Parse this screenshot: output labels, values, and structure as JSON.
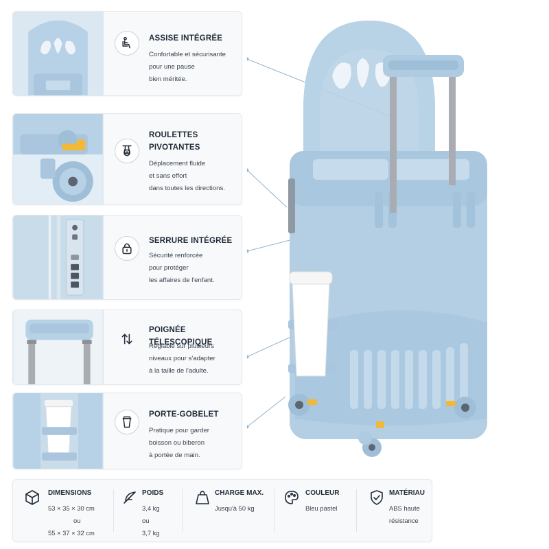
{
  "colors": {
    "accent": "#8fb3cf",
    "suitcase": "#b7d1e6",
    "suitcase_dark": "#9fbfd9",
    "handle_metal": "#a9adb3",
    "wheel_hub": "#f0b93a",
    "text_dark": "#1f2a37"
  },
  "features": [
    {
      "icon": "seat-icon",
      "title": "ASSISE INTÉGRÉE",
      "lines": [
        "Confortable et sécurisante",
        "pour une pause",
        "bien méritée."
      ]
    },
    {
      "icon": "caster-wheel-icon",
      "title": "ROULETTES PIVOTANTES",
      "lines": [
        "Déplacement fluide",
        "et sans effort",
        "dans toutes les directions."
      ]
    },
    {
      "icon": "padlock-icon",
      "title": "SERRURE INTÉGRÉE",
      "lines": [
        "Sécurité renforcée",
        "pour protéger",
        "les affaires de l'enfant."
      ]
    },
    {
      "icon": "up-down-arrows-icon",
      "title": "POIGNÉE TÉLESCOPIQUE",
      "lines": [
        "Réglable sur plusieurs",
        "niveaux pour s'adapter",
        "à la taille de l'adulte."
      ]
    },
    {
      "icon": "cup-icon",
      "title": "PORTE-GOBELET",
      "lines": [
        "Pratique pour garder",
        "boisson ou biberon",
        "à portée de main."
      ]
    }
  ],
  "specs": [
    {
      "icon": "cube-icon",
      "label": "DIMENSIONS",
      "lines": [
        "53 × 35 × 30 cm",
        "ou",
        "55 × 37 × 32 cm"
      ]
    },
    {
      "icon": "feather-icon",
      "label": "POIDS",
      "lines": [
        "3,4 kg",
        "ou",
        "3,7 kg"
      ]
    },
    {
      "icon": "weight-bag-icon",
      "label": "CHARGE MAX.",
      "lines": [
        "Jusqu'à 50 kg"
      ]
    },
    {
      "icon": "palette-icon",
      "label": "COULEUR",
      "lines": [
        "Bleu pastel"
      ]
    },
    {
      "icon": "shield-check-icon",
      "label": "MATÉRIAU",
      "lines": [
        "ABS haute",
        "résistance"
      ]
    }
  ]
}
